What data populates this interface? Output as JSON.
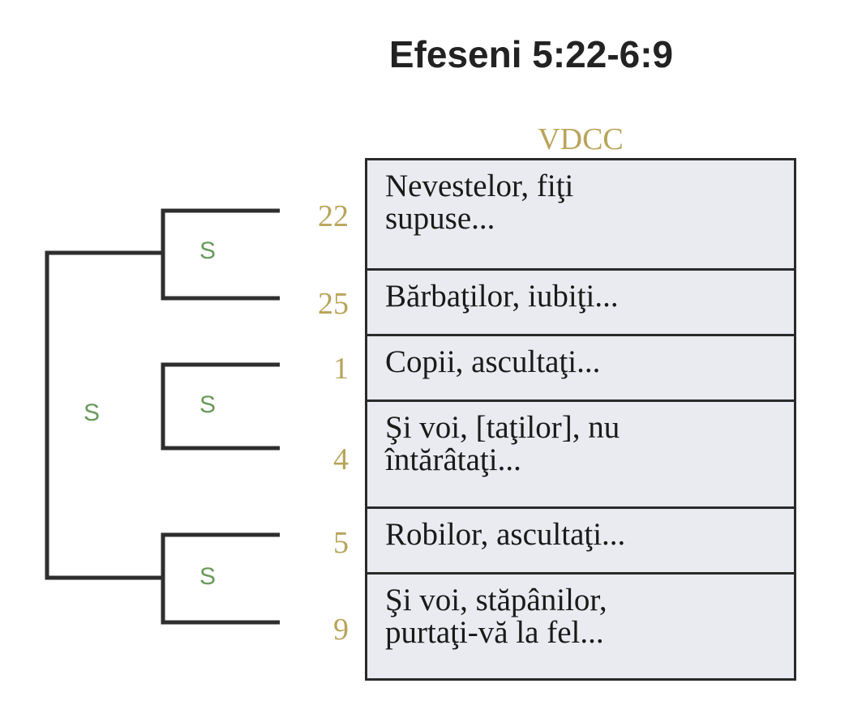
{
  "title": "Efeseni 5:22-6:9",
  "column_header": "VDCC",
  "rows": [
    {
      "verse": "22",
      "text": "Nevestelor, fiţi\nsupuse..."
    },
    {
      "verse": "25",
      "text": "Bărbaţilor, iubiţi..."
    },
    {
      "verse": "1",
      "text": "Copii, ascultaţi..."
    },
    {
      "verse": "4",
      "text": "Şi voi, [taţilor], nu\nîntărâtaţi..."
    },
    {
      "verse": "5",
      "text": "Robilor, ascultaţi..."
    },
    {
      "verse": "9",
      "text": "Şi voi, stăpânilor,\npurtaţi-vă la fel..."
    }
  ],
  "structure_labels": {
    "pair1": "S",
    "pair2": "S",
    "pair3": "S",
    "outer": "S"
  },
  "colors": {
    "verse_numbers": "#b8a45a",
    "structure_labels": "#6a9a5c",
    "brackets": "#2e2e2e",
    "cell_background": "#e9ebf0"
  }
}
